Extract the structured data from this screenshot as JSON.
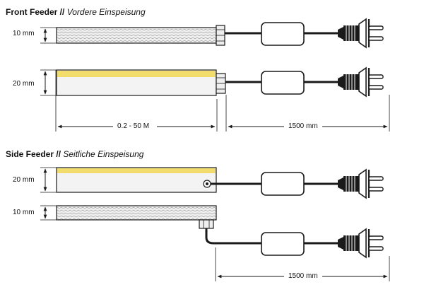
{
  "front": {
    "title_bold": "Front Feeder //",
    "title_italic": "Vordere Einspeisung",
    "dim_10": "10 mm",
    "dim_20": "20 mm",
    "dim_length": "0.2 - 50 M",
    "dim_cable": "1500 mm"
  },
  "side": {
    "title_bold": "Side Feeder //",
    "title_italic": "Seitliche Einspeisung",
    "dim_20": "20 mm",
    "dim_10": "10 mm",
    "dim_cable": "1500 mm"
  },
  "colors": {
    "led_yellow": "#f2dc6b",
    "line": "#1a1a1a",
    "strip_fill": "#f3f3f3"
  }
}
